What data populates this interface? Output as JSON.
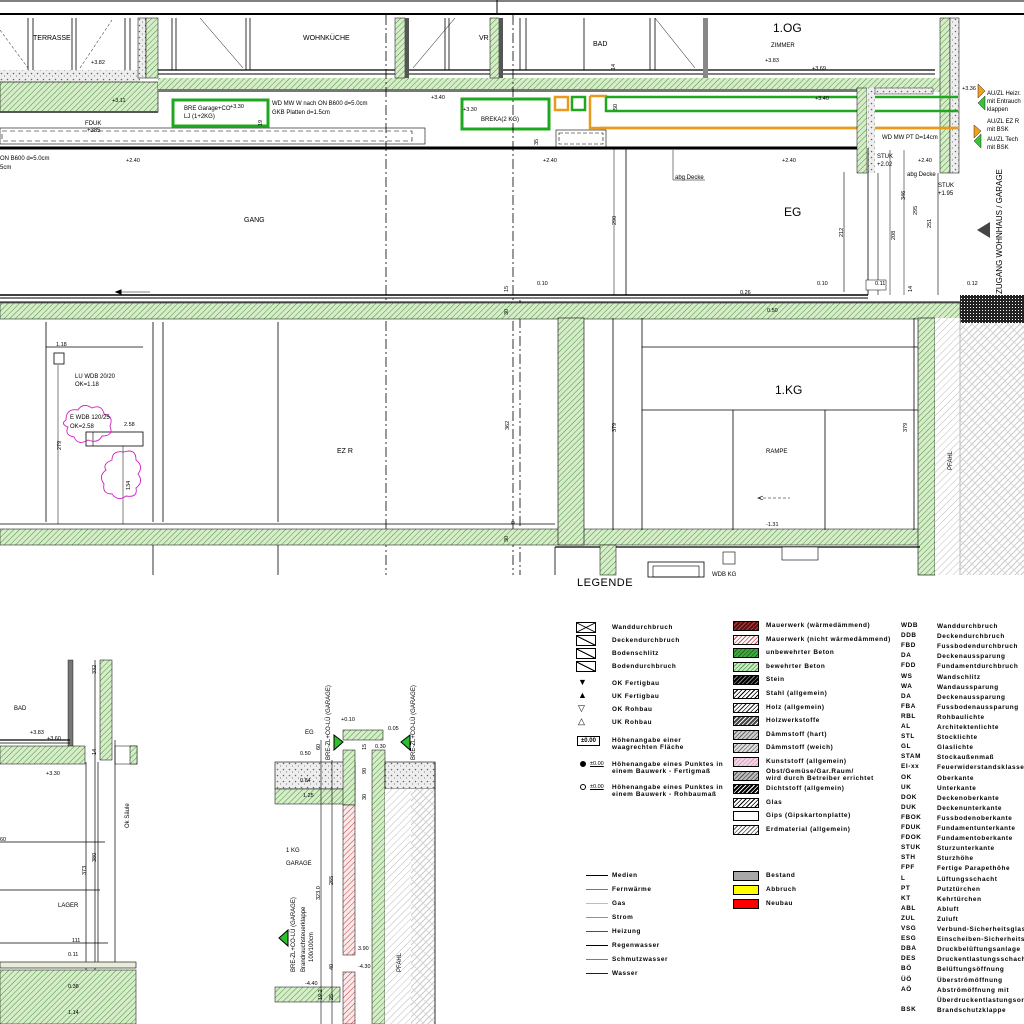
{
  "plan": {
    "rooms": {
      "terrasse": "TERRASSE",
      "wohnkueche": "WOHNKÜCHE",
      "vr": "VR",
      "bad_og": "BAD",
      "zimmer": "ZIMMER",
      "gang": "GANG",
      "ezr": "EZ R",
      "rampe": "RAMPE",
      "bad_section": "BAD",
      "lager": "LAGER",
      "garage": "GARAGE",
      "pfahl": "PFAHL",
      "pfahl2": "PFAHL"
    },
    "levels": {
      "og1": "1.OG",
      "eg": "EG",
      "kg1": "1.KG",
      "eg_section": "EG",
      "kg_section": "1 KG"
    },
    "annotations": {
      "bre_garage_1": "BRE Garage+CO",
      "bre_garage_2": "LJ (1+2KG)",
      "breka": "BREKA(2 KG)",
      "wd_mw_1": "WD MW W nach ON B600 d=5.0cm",
      "wd_mw_2": "GKB Platten d=1.5cm",
      "onb_1": "ON B600 d=5.0cm",
      "onb_2": "5cm",
      "fduk": "FDUK",
      "fduk_val": "+385",
      "abg_decke_1": "abg Decke",
      "abg_decke_2": "abg Decke",
      "wd_mw_pt": "WD MW PT D=14cm",
      "stuk_1": "STUK",
      "stuk_1_val": "+2.02",
      "stuk_2": "STUK",
      "stuk_2_val": "+1.95",
      "auzl_1a": "AU/ZL Heizr.",
      "auzl_1b": "mit Entrauch",
      "auzl_1c": "klappen",
      "auzl_2a": "AU/ZL EZ R",
      "auzl_2b": "mit BSK",
      "auzl_3a": "AU/ZL Tech",
      "auzl_3b": "mit BSK",
      "zugang": "ZUGANG WOHNHAUS / GARAGE",
      "lu_wdb_1": "LU WDB 20/20",
      "lu_wdb_2": "OK=1.18",
      "e_wdb_1": "E WDB 120/25",
      "e_wdb_2": "OK=2.58",
      "bre_zl_1": "BRE-ZL+CO-LÜ (GARAGE)",
      "bre_zl_2": "BRE-ZL+CO-LÜ (GARAGE)",
      "bre_zl_3": "BRE-ZL+CO-LÜ (GARAGE)",
      "brandrauch": "Brandrauchsteuerklappe",
      "brandrauch_dim": "100/100cm",
      "ok_saule": "Ok Säule",
      "wdb_kg": "WDB KG"
    },
    "elevations": {
      "e1": "+3.82",
      "e2": "+3.11",
      "e3": "+3.30",
      "e4": "+3.40",
      "e5": "+3.30",
      "e6": "+2.40",
      "e7": "+2.40",
      "e8": "+2.40",
      "e9": "+2.40",
      "e10": "+3.83",
      "e11": "+3.69",
      "e12": "+3.40",
      "e13": "+3.36",
      "e14": "0.10",
      "e15": "0.10",
      "e16": "0.26",
      "e17": "0.11",
      "e18": "0.12",
      "e19": "0.50",
      "e20": "1.18",
      "e21": "2.58",
      "e22": "-1.31",
      "s1": "+3.83",
      "s2": "+3.60",
      "s3": "+3.30",
      "s4": "0.11",
      "s5": "0.38",
      "s6": "1.14",
      "s7": "+0.10",
      "s8": "0.05",
      "s9": "0.50",
      "s10": "0.30",
      "s11": "0.84",
      "s12": "1.25",
      "s13": "3.90",
      "s14": "-4.30",
      "s15": "-4.40"
    },
    "dimensions": {
      "d1": "14",
      "d2": "50",
      "d3": "19",
      "d4": "35",
      "d5": "290",
      "d6": "212",
      "d7": "346",
      "d8": "295",
      "d9": "251",
      "d10": "208",
      "d11": "14",
      "d12": "15",
      "d13": "30",
      "d14": "362",
      "d15": "379",
      "d16": "379",
      "d17": "30",
      "d18": "9",
      "d19": "279",
      "d20": "134",
      "d21": "60",
      "d22": "373",
      "d23": "380",
      "d24": "111",
      "d25": "14",
      "d26": "332",
      "d27": "60",
      "d28": "15",
      "d29": "90",
      "d30": "30",
      "d31": "265",
      "d32": "323.0",
      "d33": "40",
      "d34": "19.2",
      "d35": "25"
    }
  },
  "legend": {
    "title": "LEGENDE",
    "symbols": [
      {
        "label": "Wanddurchbruch",
        "icon": "wall-opening-icon"
      },
      {
        "label": "Deckendurchbruch",
        "icon": "ceiling-opening-icon"
      },
      {
        "label": "Bodenschlitz",
        "icon": "floor-slot-icon"
      },
      {
        "label": "Bodendurchbruch",
        "icon": "floor-opening-icon"
      },
      {
        "label": "OK Fertigbau",
        "icon": "filled-triangle-down-icon",
        "glyph": "▼"
      },
      {
        "label": "UK Fertigbau",
        "icon": "filled-triangle-up-icon",
        "glyph": "▲"
      },
      {
        "label": "OK Rohbau",
        "icon": "outline-triangle-down-icon",
        "glyph": "▽"
      },
      {
        "label": "UK Rohbau",
        "icon": "outline-triangle-up-icon",
        "glyph": "△"
      },
      {
        "label": "Höhenangabe einer\nwaagrechten Fläche",
        "icon": "level-box-icon",
        "glyph": "±0.00"
      },
      {
        "label": "Höhenangabe eines Punktes in\neinem Bauwerk - Fertigmaß",
        "icon": "point-level-filled-icon",
        "glyph": "±0.00"
      },
      {
        "label": "Höhenangabe eines Punktes in\neinem Bauwerk - Rohbaumaß",
        "icon": "point-level-outline-icon",
        "glyph": "±0.00"
      }
    ],
    "materials": [
      {
        "label": "Mauerwerk (wärmedämmend)",
        "bg": "#5a1010",
        "line": "#c04040"
      },
      {
        "label": "Mauerwerk (nicht wärmedämmend)",
        "bg": "#ffffff",
        "line": "#d05050"
      },
      {
        "label": "unbewehrter Beton",
        "bg": "#3fa83f",
        "line": "#1d6a1d"
      },
      {
        "label": "bewehrter Beton",
        "bg": "#c8ecc0",
        "line": "#5aa05a"
      },
      {
        "label": "Stein",
        "bg": "#000000",
        "line": "#888888"
      },
      {
        "label": "Stahl (allgemein)",
        "bg": "#ffffff",
        "line": "#000000"
      },
      {
        "label": "Holz (allgemein)",
        "bg": "#ffffff",
        "line": "#222222"
      },
      {
        "label": "Holzwerkstoffe",
        "bg": "#444444",
        "line": "#ffffff"
      },
      {
        "label": "Dämmstoff (hart)",
        "bg": "#cccccc",
        "line": "#666666"
      },
      {
        "label": "Dämmstoff (weich)",
        "bg": "#dddddd",
        "line": "#777777"
      },
      {
        "label": "Kunststoff (allgemein)",
        "bg": "#f4d4e4",
        "line": "#d8a0c0"
      },
      {
        "label": "Obst/Gemüse/Gar.Raum/\nwird durch Betreiber errichtet",
        "bg": "#bbbbbb",
        "line": "#555555"
      },
      {
        "label": "Dichtstoff (allgemein)",
        "bg": "#000000",
        "line": "#ffffff"
      },
      {
        "label": "Glas",
        "bg": "#ffffff",
        "line": "#000000"
      },
      {
        "label": "Gips (Gipskartonplatte)",
        "bg": "#ffffff",
        "line": "#ffffff"
      },
      {
        "label": "Erdmaterial (allgemein)",
        "bg": "#ffffff",
        "line": "#555555"
      }
    ],
    "status": [
      {
        "label": "Bestand",
        "color": "#a8a8a8"
      },
      {
        "label": "Abbruch",
        "color": "#ffff00"
      },
      {
        "label": "Neubau",
        "color": "#ff0000"
      }
    ],
    "lines": [
      {
        "label": "Medien",
        "color": "#000000"
      },
      {
        "label": "Fernwärme",
        "color": "#2ea84a"
      },
      {
        "label": "Gas",
        "color": "#d8c838"
      },
      {
        "label": "Strom",
        "color": "#d88038"
      },
      {
        "label": "Heizung",
        "color": "#c01830"
      },
      {
        "label": "Regenwasser",
        "color": "#000000"
      },
      {
        "label": "Schmutzwasser",
        "color": "#7a7a8a"
      },
      {
        "label": "Wasser",
        "color": "#101090"
      }
    ],
    "abbreviations": [
      [
        "WDB",
        "Wanddurchbruch"
      ],
      [
        "DDB",
        "Deckendurchbruch"
      ],
      [
        "FBD",
        "Fussbodendurchbruch"
      ],
      [
        "DA",
        "Deckenaussparung"
      ],
      [
        "FDD",
        "Fundamentdurchbruch"
      ],
      [
        "WS",
        "Wandschlitz"
      ],
      [
        "WA",
        "Wandaussparung"
      ],
      [
        "DA",
        "Deckenaussparung"
      ],
      [
        "FBA",
        "Fussbodenaussparung"
      ],
      [
        "RBL",
        "Rohbaulichte"
      ],
      [
        "AL",
        "Architektenlichte"
      ],
      [
        "STL",
        "Stocklichte"
      ],
      [
        "GL",
        "Glaslichte"
      ],
      [
        "STAM",
        "Stockaußenmaß"
      ],
      [
        "EI-xx",
        "Feuerwiderstandsklasse"
      ],
      [
        "OK",
        "Oberkante"
      ],
      [
        "UK",
        "Unterkante"
      ],
      [
        "DOK",
        "Deckenoberkante"
      ],
      [
        "DUK",
        "Deckenunterkante"
      ],
      [
        "FBOK",
        "Fussbodenoberkante"
      ],
      [
        "FDUK",
        "Fundamentunterkante"
      ],
      [
        "FDOK",
        "Fundamentoberkante"
      ],
      [
        "STUK",
        "Sturzunterkante"
      ],
      [
        "STH",
        "Sturzhöhe"
      ],
      [
        "FPF",
        "Fertige Parapethöhe"
      ],
      [
        "L",
        "Lüftungsschacht"
      ],
      [
        "PT",
        "Putztürchen"
      ],
      [
        "KT",
        "Kehrtürchen"
      ],
      [
        "ABL",
        "Abluft"
      ],
      [
        "ZUL",
        "Zuluft"
      ],
      [
        "VSG",
        "Verbund-Sicherheitsglas"
      ],
      [
        "ESG",
        "Einscheiben-Sicherheitsglas"
      ],
      [
        "DBA",
        "Druckbelüftungsanlage"
      ],
      [
        "DES",
        "Druckentlastungsschacht"
      ],
      [
        "BÖ",
        "Belüftungsöffnung"
      ],
      [
        "ÜÖ",
        "Überströmöffnung"
      ],
      [
        "AÖ",
        "Abströmöffnung mit\nÜberdruckentlastungsorgan"
      ],
      [
        "BSK",
        "Brandschutzklappe"
      ]
    ]
  }
}
